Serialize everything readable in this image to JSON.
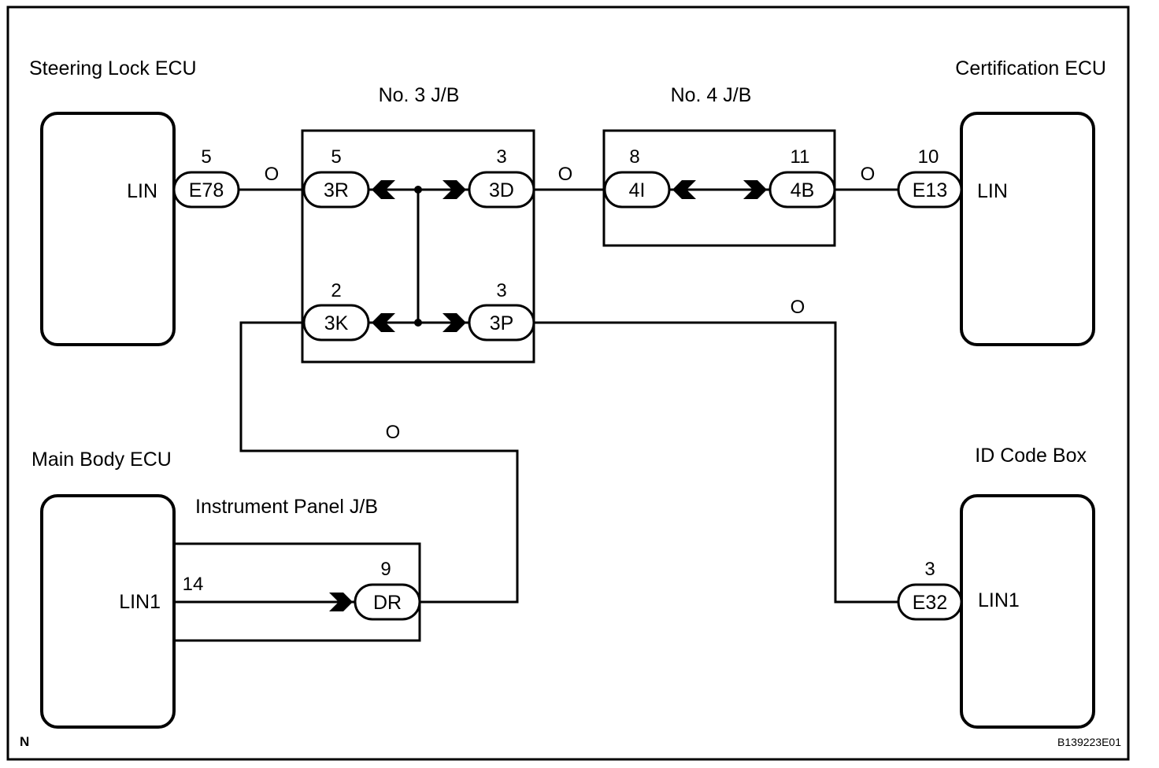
{
  "ecus": {
    "steering_lock": {
      "name": "Steering Lock ECU",
      "terminal": "LIN"
    },
    "certification": {
      "name": "Certification ECU",
      "terminal": "LIN"
    },
    "main_body": {
      "name": "Main Body ECU",
      "terminal": "LIN1"
    },
    "id_code_box": {
      "name": "ID Code Box",
      "terminal": "LIN1"
    }
  },
  "junction_blocks": {
    "no3": "No. 3 J/B",
    "no4": "No. 4 J/B",
    "instrument_panel": "Instrument Panel J/B"
  },
  "connectors": {
    "E78": {
      "label": "E78",
      "pin": "5"
    },
    "3R": {
      "label": "3R",
      "pin": "5"
    },
    "3D": {
      "label": "3D",
      "pin": "3"
    },
    "3K": {
      "label": "3K",
      "pin": "2"
    },
    "3P": {
      "label": "3P",
      "pin": "3"
    },
    "4I": {
      "label": "4I",
      "pin": "8"
    },
    "4B": {
      "label": "4B",
      "pin": "11"
    },
    "E13": {
      "label": "E13",
      "pin": "10"
    },
    "DR": {
      "label": "DR",
      "pin": "9"
    },
    "E32": {
      "label": "E32",
      "pin": "3"
    },
    "main_body_pin": "14"
  },
  "wire_color": "O",
  "corner_mark": "N",
  "figure_code": "B139223E01"
}
